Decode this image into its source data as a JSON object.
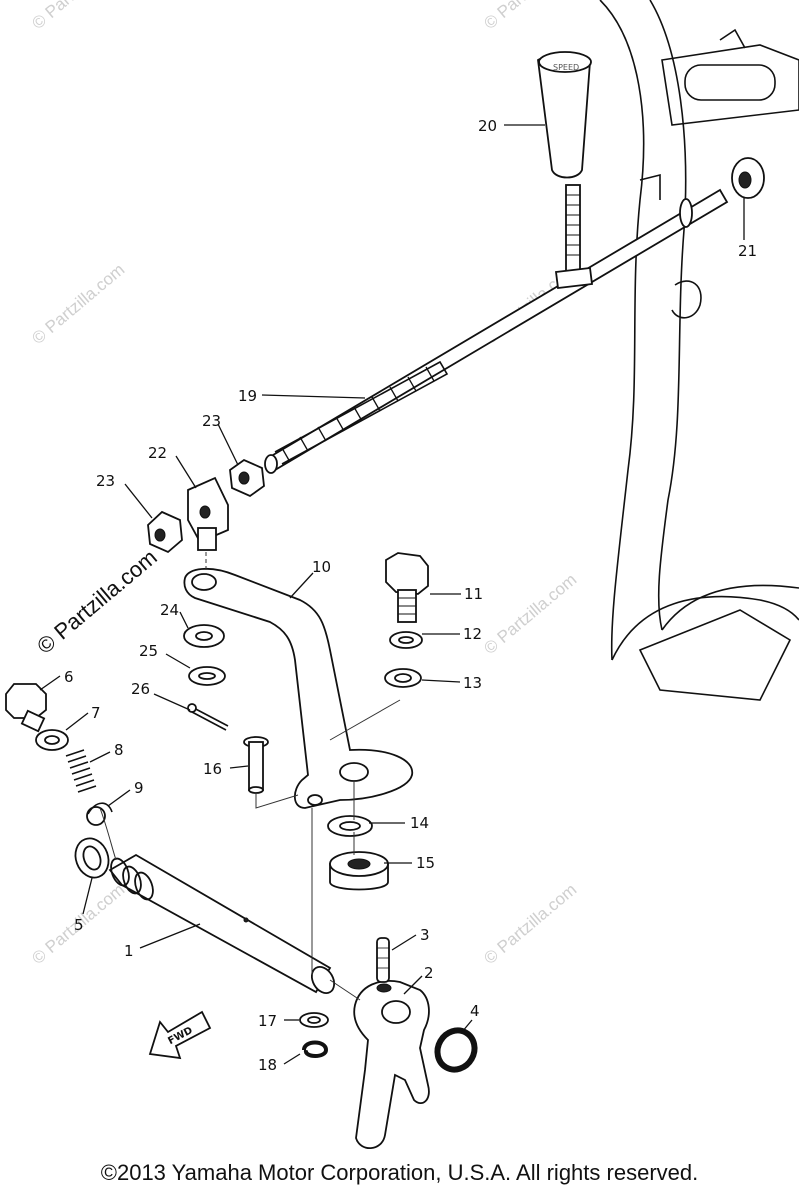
{
  "diagram": {
    "part_labels": [
      "1",
      "2",
      "3",
      "4",
      "5",
      "6",
      "7",
      "8",
      "9",
      "10",
      "11",
      "12",
      "13",
      "14",
      "15",
      "16",
      "17",
      "18",
      "19",
      "20",
      "21",
      "22",
      "23",
      "23",
      "24",
      "25",
      "26"
    ],
    "fwd_label": "FWD",
    "knob_text": "SPEED",
    "watermark": "© Partzilla.com",
    "copyright": "©2013 Yamaha Motor Corporation, U.S.A. All rights reserved."
  }
}
